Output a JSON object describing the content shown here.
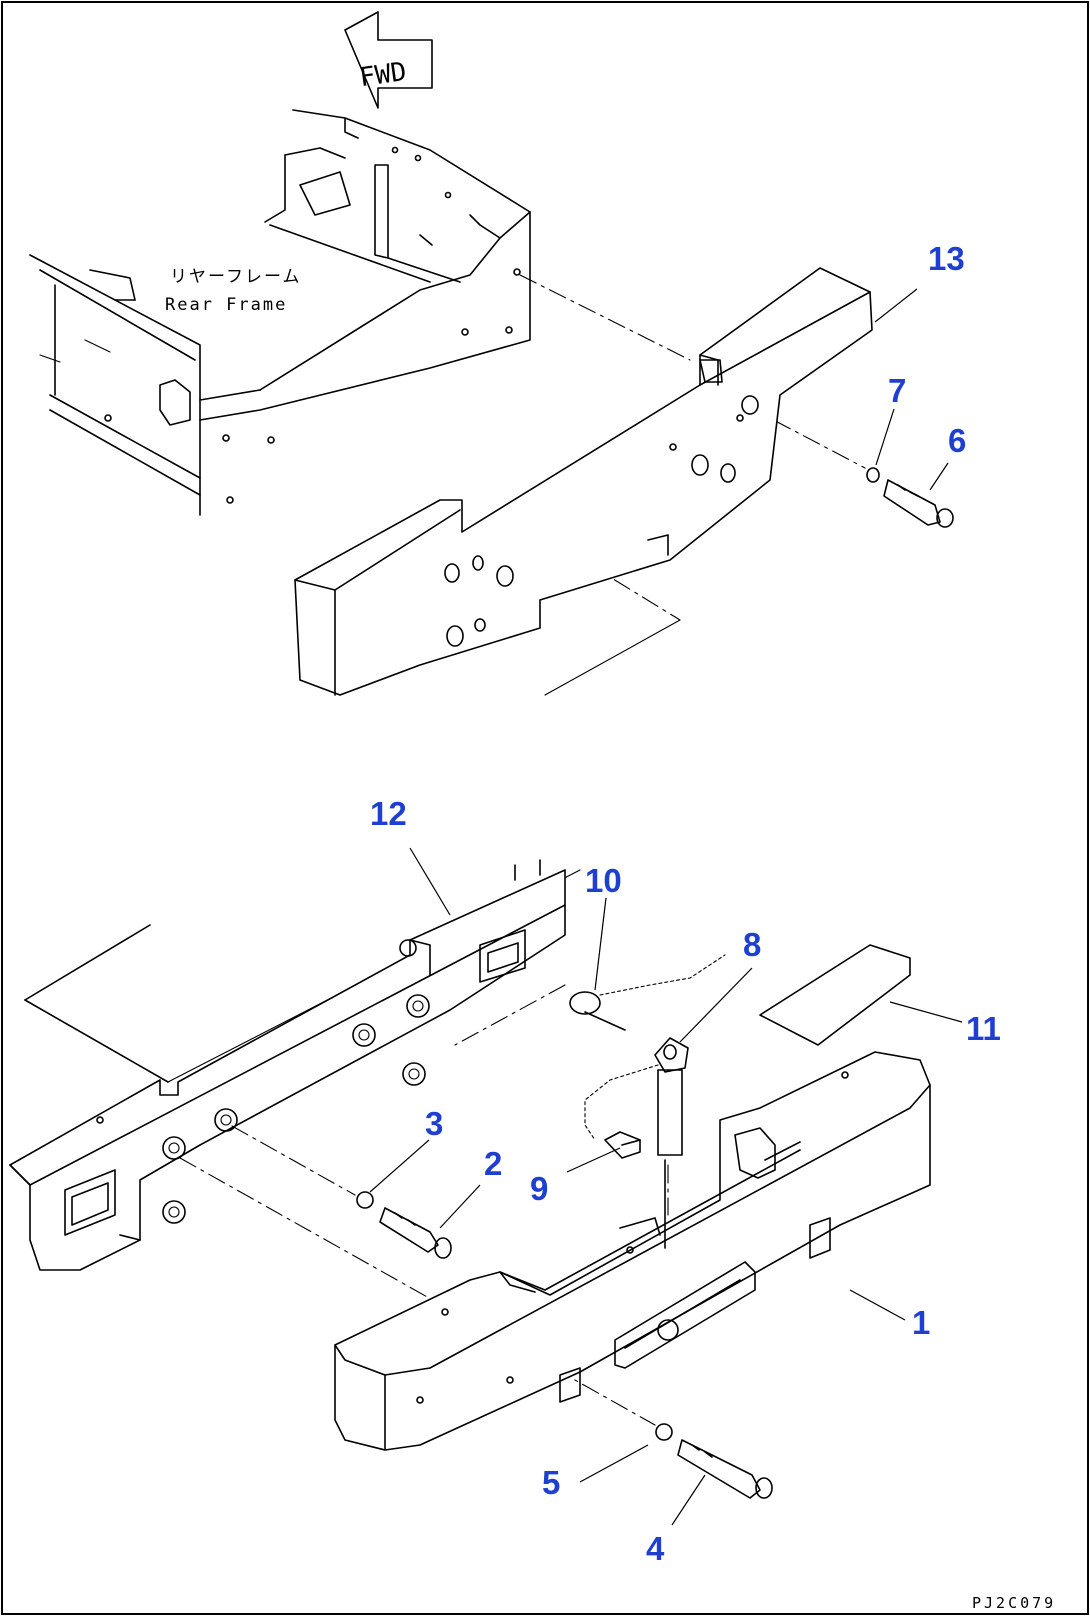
{
  "labels": {
    "fwd": "FWD",
    "rear_frame_jp": "リヤーフレーム",
    "rear_frame_en": "Rear Frame",
    "drawing_code": "PJ2C079"
  },
  "callouts": [
    {
      "id": "1",
      "text": "1"
    },
    {
      "id": "2",
      "text": "2"
    },
    {
      "id": "3",
      "text": "3"
    },
    {
      "id": "4",
      "text": "4"
    },
    {
      "id": "5",
      "text": "5"
    },
    {
      "id": "6",
      "text": "6"
    },
    {
      "id": "7",
      "text": "7"
    },
    {
      "id": "8",
      "text": "8"
    },
    {
      "id": "9",
      "text": "9"
    },
    {
      "id": "10",
      "text": "10"
    },
    {
      "id": "11",
      "text": "11"
    },
    {
      "id": "12",
      "text": "12"
    },
    {
      "id": "13",
      "text": "13"
    }
  ],
  "colors": {
    "callout": "#1f3fd0",
    "line": "#000000",
    "border": "#000000"
  }
}
